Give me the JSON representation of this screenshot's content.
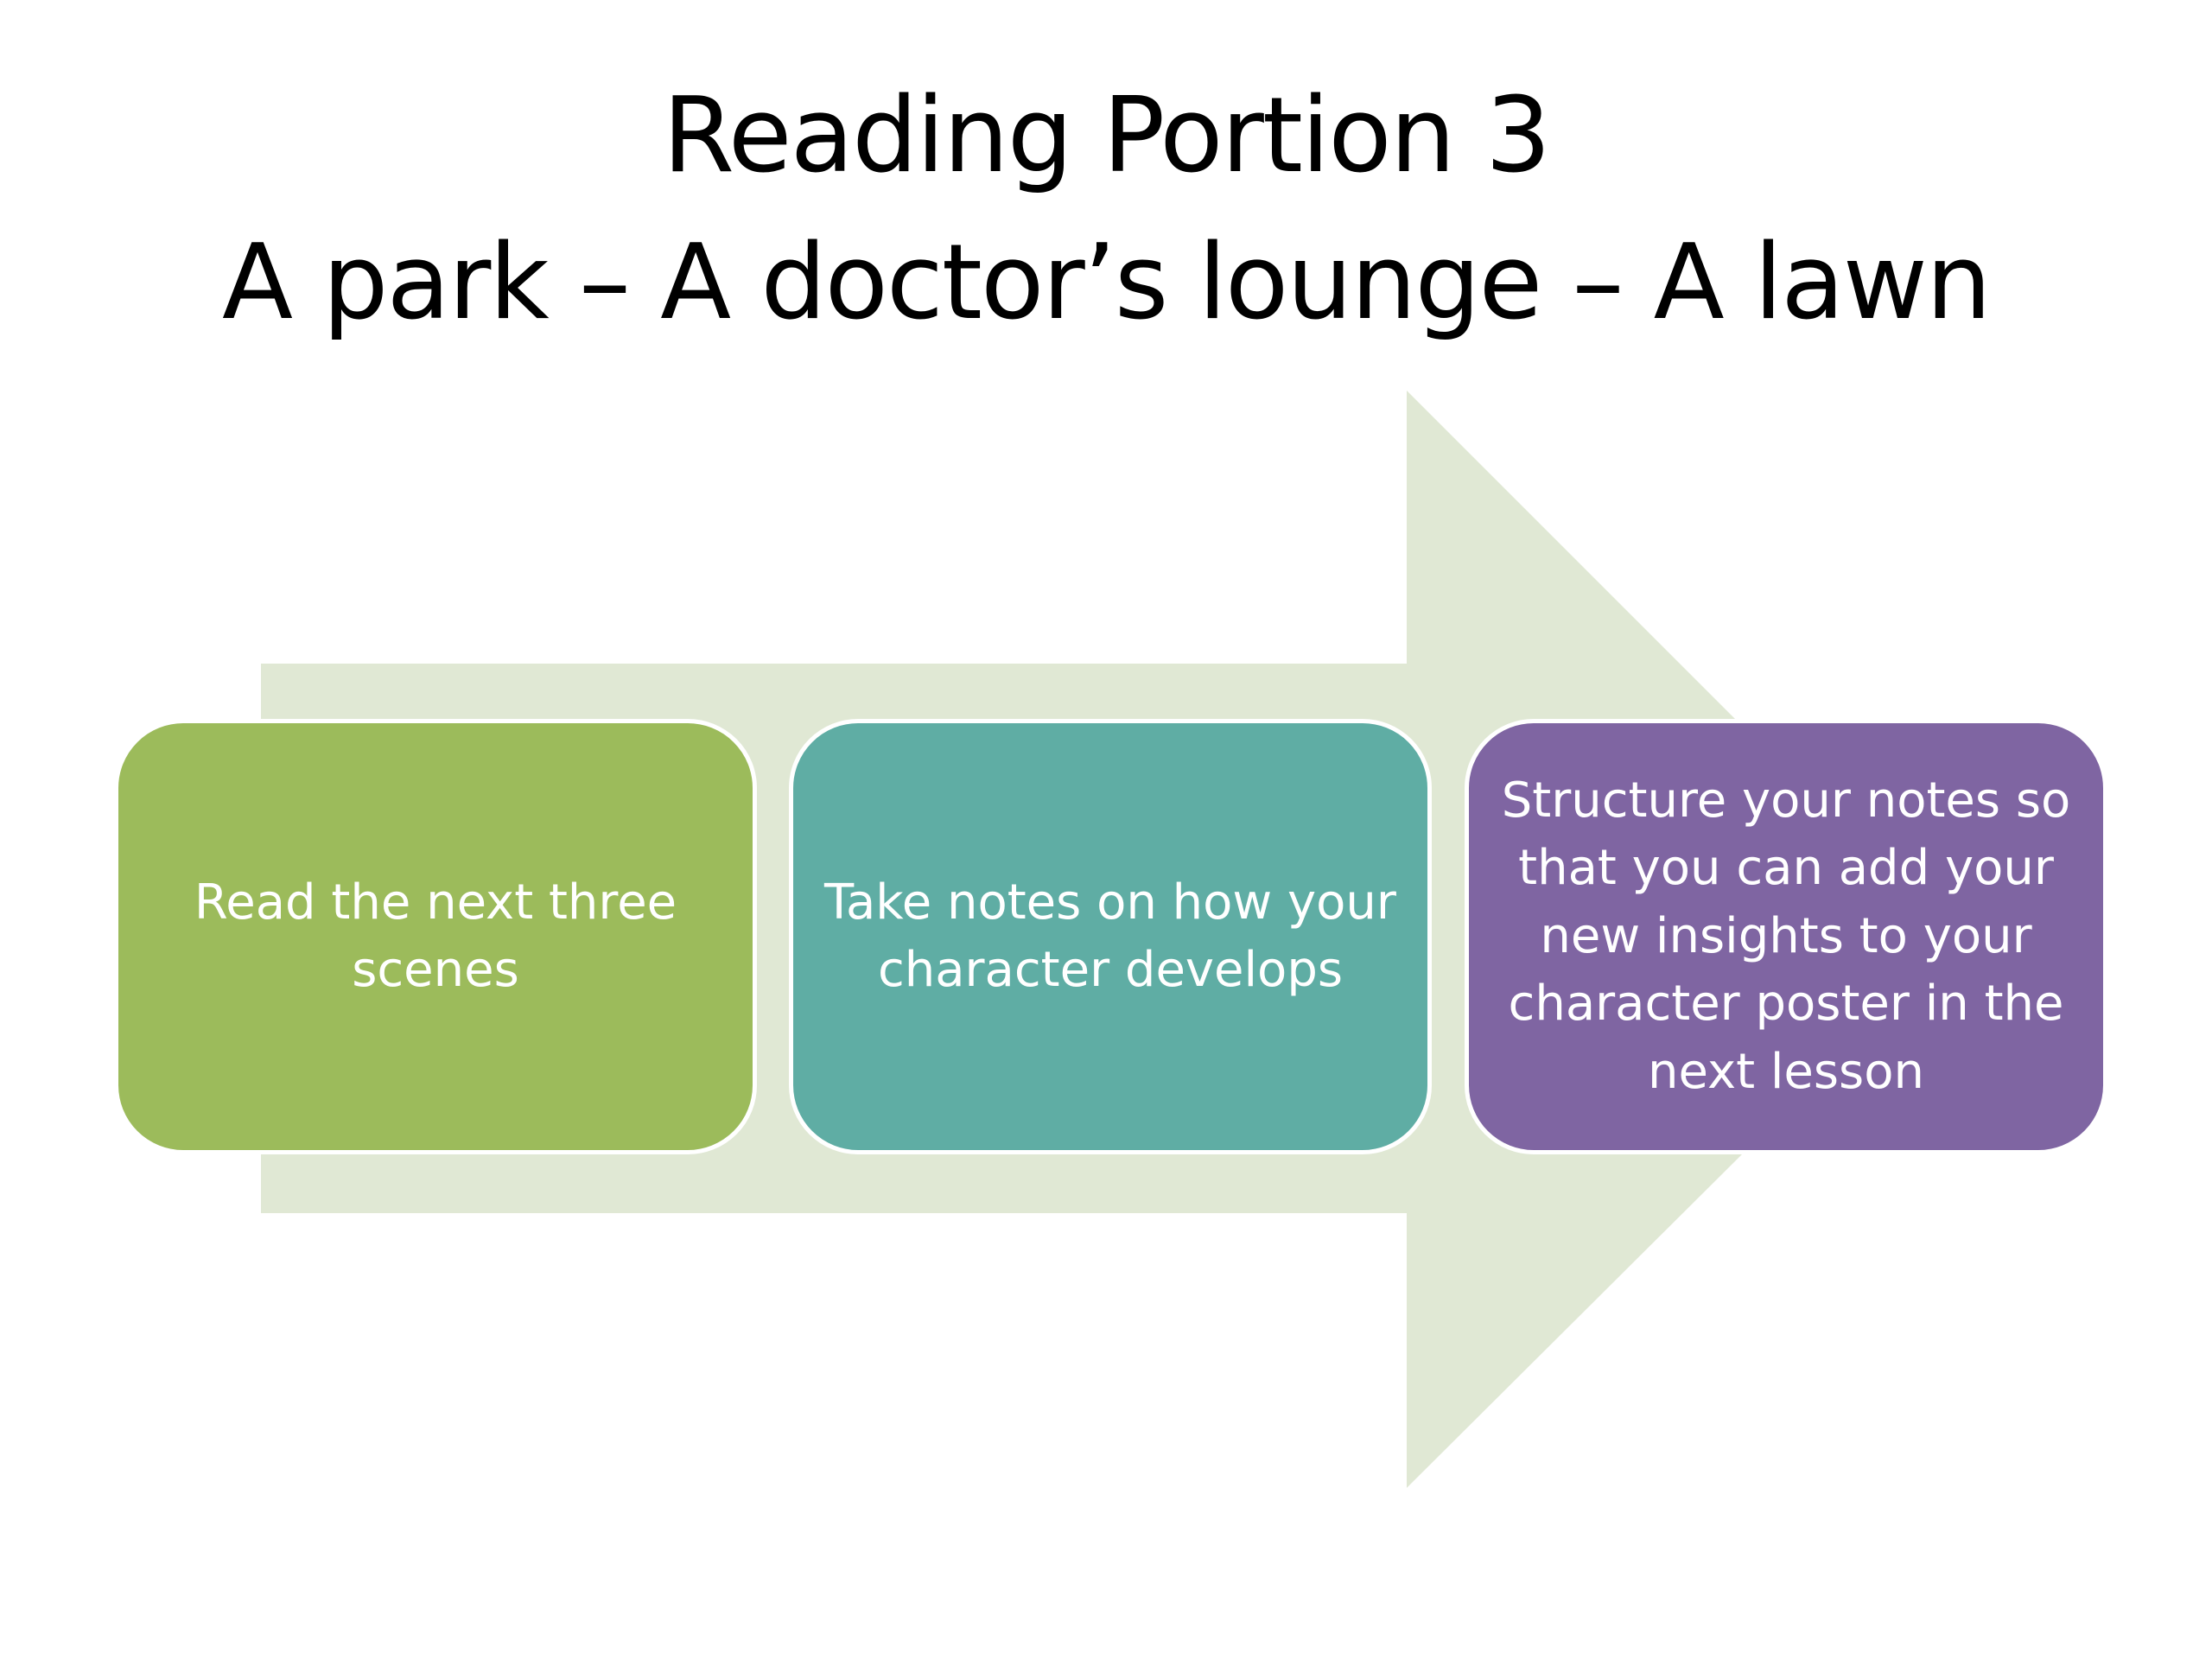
{
  "title": {
    "line1": "Reading Portion 3",
    "line2": "A park – A doctor’s lounge – A lawn"
  },
  "colors": {
    "arrow": "#e0e8d4",
    "box_border": "#ffffff"
  },
  "steps": [
    {
      "text": "Read the next three scenes",
      "color": "#9cbb5b"
    },
    {
      "text": "Take notes on how your character develops",
      "color": "#5fada4"
    },
    {
      "text": "Structure your notes so that you can add your new insights to your character poster in the next lesson",
      "color": "#7f65a2"
    }
  ]
}
